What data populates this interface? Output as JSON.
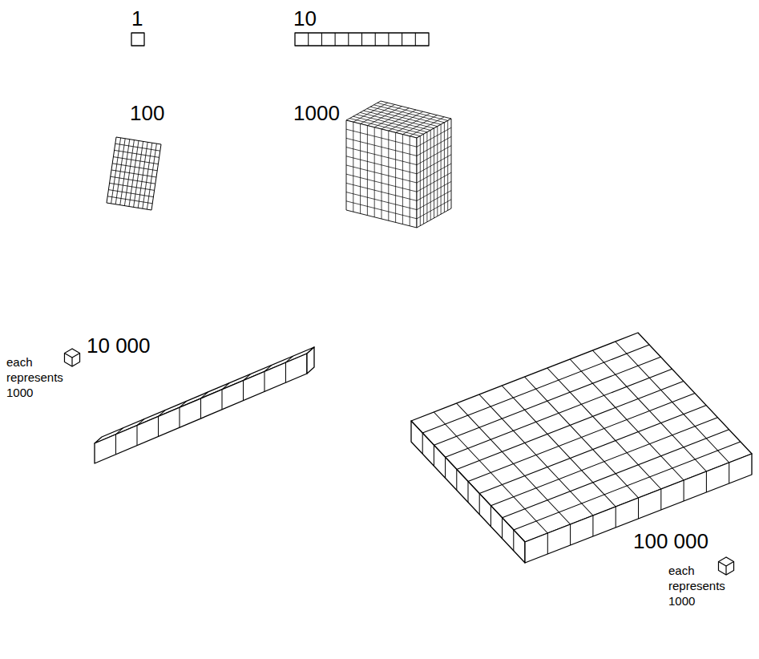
{
  "diagram": {
    "labels": [
      "1",
      "10",
      "100",
      "1000",
      "10 000",
      "each represents 1000",
      "100 000",
      "each represents 1000"
    ]
  }
}
